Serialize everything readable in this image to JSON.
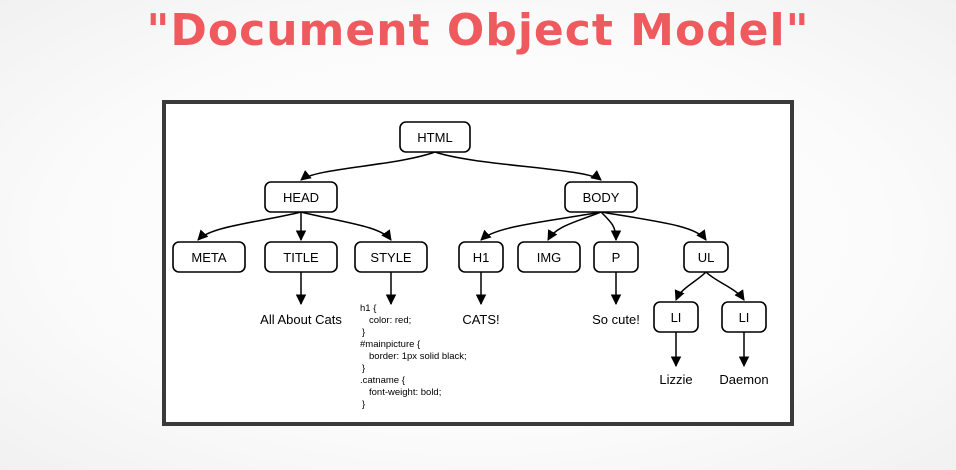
{
  "title": "\"Document Object Model\"",
  "nodes": {
    "html": "HTML",
    "head": "HEAD",
    "body": "BODY",
    "meta": "META",
    "title": "TITLE",
    "style": "STYLE",
    "h1": "H1",
    "img": "IMG",
    "p": "P",
    "ul": "UL",
    "li1": "LI",
    "li2": "LI"
  },
  "leaves": {
    "title_text": "All About Cats",
    "h1_text": "CATS!",
    "p_text": "So cute!",
    "li1_text": "Lizzie",
    "li2_text": "Daemon"
  },
  "style_code": [
    "h1 {",
    "color: red;",
    "}",
    "#mainpicture {",
    "border: 1px solid black;",
    "}",
    ".catname {",
    "font-weight: bold;",
    "}"
  ],
  "colors": {
    "title": "#ef5a5f",
    "frame_border": "#3a3a3a"
  }
}
